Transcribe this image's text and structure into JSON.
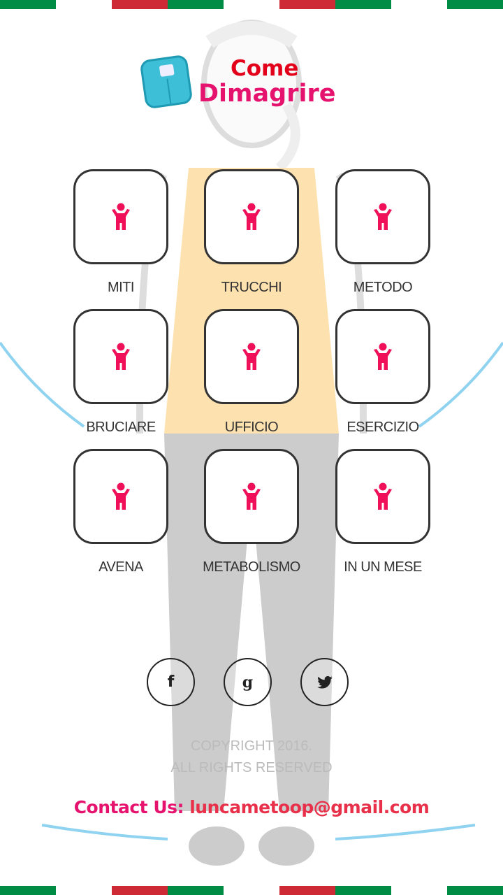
{
  "logo": {
    "line1": "Come",
    "line2": "Dimagrire"
  },
  "tiles": [
    {
      "label": "MITI"
    },
    {
      "label": "TRUCCHI"
    },
    {
      "label": "METODO"
    },
    {
      "label": "BRUCIARE"
    },
    {
      "label": "UFFICIO"
    },
    {
      "label": "ESERCIZIO"
    },
    {
      "label": "AVENA"
    },
    {
      "label": "METABOLISMO"
    },
    {
      "label": "IN UN MESE"
    }
  ],
  "social": [
    {
      "icon": "facebook-icon",
      "glyph": "f"
    },
    {
      "icon": "google-icon",
      "glyph": "g"
    },
    {
      "icon": "twitter-icon",
      "glyph": "🐦"
    }
  ],
  "footer": {
    "copyright": "COPYRIGHT 2016.",
    "rights": "ALL RIGHTS RESERVED",
    "contact_label": "Contact Us:",
    "contact_email": "luncametoop@gmail.com"
  },
  "colors": {
    "accent": "#e6136e",
    "green": "#008c45",
    "red": "#cd2a36"
  }
}
